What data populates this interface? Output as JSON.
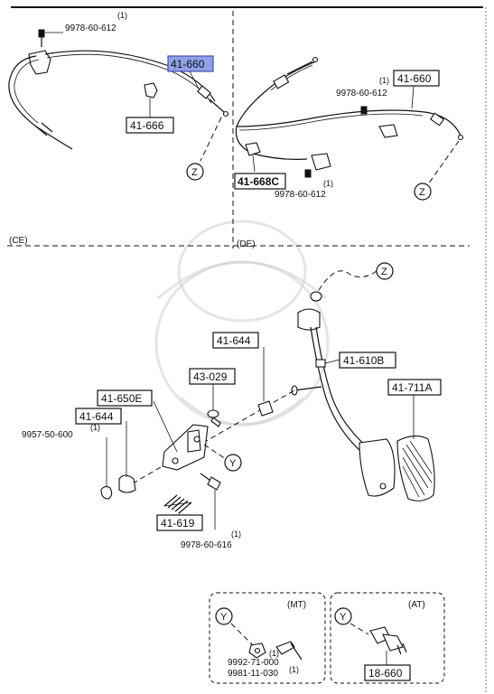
{
  "top_left": {
    "callout_1": "(1)",
    "bolt_label": "9978-60-612",
    "cable_label": "41-660",
    "clip_label": "41-666",
    "ref_z": "Z",
    "region": "(CE)"
  },
  "top_right": {
    "callout_1": "(1)",
    "cable_label": "41-660",
    "bolt_label_top": "9978-60-612",
    "clip_label": "41-668C",
    "callout_2": "(1)",
    "bolt_label_bottom": "9978-60-612",
    "ref_z": "Z",
    "region": "(DE)"
  },
  "main": {
    "ref_z": "Z",
    "ref_y": "Y",
    "labels": {
      "p41_644_top": "41-644",
      "p43_029": "43-029",
      "p41_650e": "41-650E",
      "p41_644_left": "41-644",
      "p9957": "9957-50-600",
      "p9957_qty": "(1)",
      "p41_610b": "41-610B",
      "p41_711a": "41-711A",
      "p41_619": "41-619",
      "p9978_616": "9978-60-616",
      "p9978_616_qty": "(1)"
    }
  },
  "mt_box": {
    "title": "(MT)",
    "ref_y": "Y",
    "qty_a": "(1)",
    "part_a": "9992-71-000",
    "part_b": "9981-11-030",
    "qty_b": "(1)"
  },
  "at_box": {
    "title": "(AT)",
    "ref_y": "Y",
    "part": "18-660"
  }
}
